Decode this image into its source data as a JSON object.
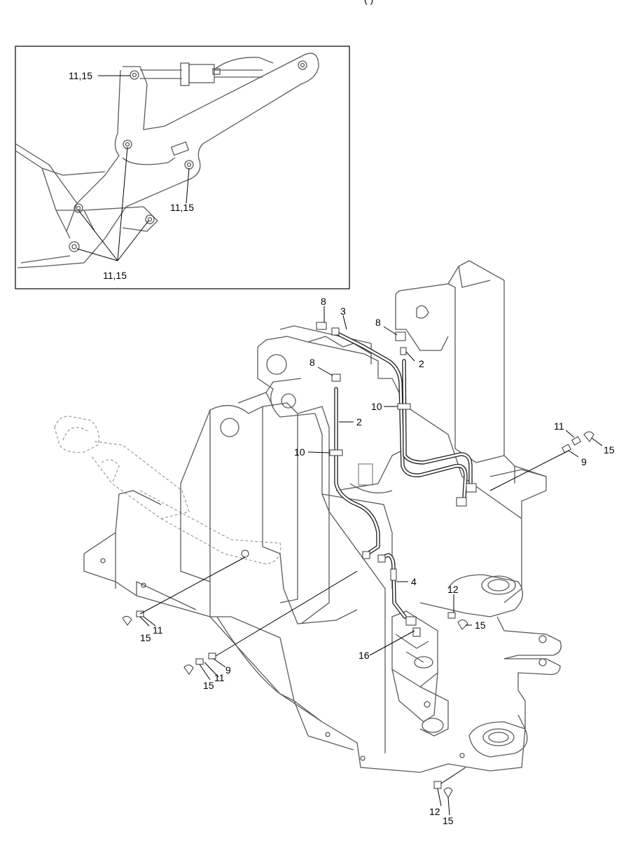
{
  "header": {
    "partial_title": "(           )"
  },
  "inset": {
    "callouts": [
      {
        "id": "inset-top",
        "label": "11,15"
      },
      {
        "id": "inset-right",
        "label": "11,15"
      },
      {
        "id": "inset-bottom",
        "label": "11,15"
      }
    ]
  },
  "callouts": [
    {
      "id": "c8a",
      "label": "8"
    },
    {
      "id": "c3",
      "label": "3"
    },
    {
      "id": "c8b",
      "label": "8"
    },
    {
      "id": "c2a",
      "label": "2"
    },
    {
      "id": "c8c",
      "label": "8"
    },
    {
      "id": "c2b",
      "label": "2"
    },
    {
      "id": "c10a",
      "label": "10"
    },
    {
      "id": "c10b",
      "label": "10"
    },
    {
      "id": "c11a",
      "label": "11"
    },
    {
      "id": "c15a",
      "label": "15"
    },
    {
      "id": "c9a",
      "label": "9"
    },
    {
      "id": "c4",
      "label": "4"
    },
    {
      "id": "c12a",
      "label": "12"
    },
    {
      "id": "c15b",
      "label": "15"
    },
    {
      "id": "c16",
      "label": "16"
    },
    {
      "id": "c15c",
      "label": "15"
    },
    {
      "id": "c11b",
      "label": "11"
    },
    {
      "id": "c15d",
      "label": "15"
    },
    {
      "id": "c11c",
      "label": "11"
    },
    {
      "id": "c9b",
      "label": "9"
    },
    {
      "id": "c12b",
      "label": "12"
    },
    {
      "id": "c15e",
      "label": "15"
    }
  ]
}
